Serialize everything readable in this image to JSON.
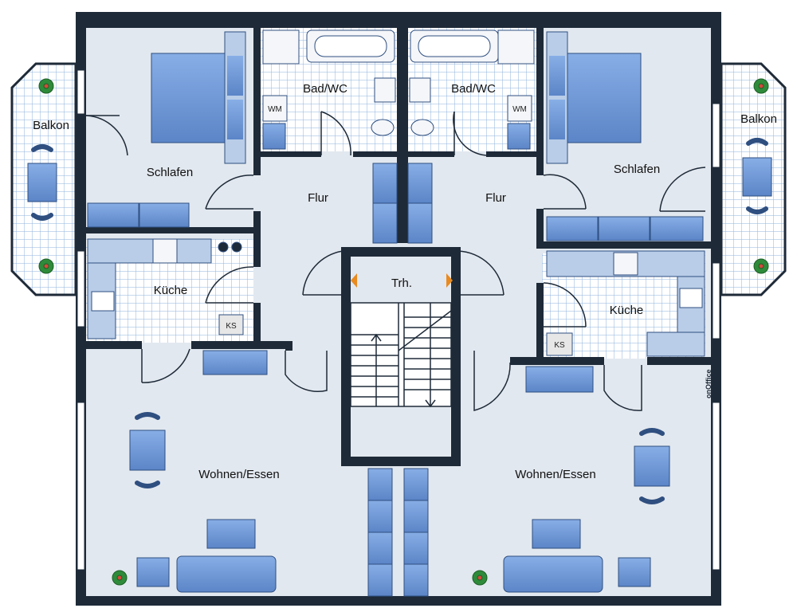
{
  "rooms": {
    "balkon_left": "Balkon",
    "balkon_right": "Balkon",
    "schlafen_left": "Schlafen",
    "schlafen_right": "Schlafen",
    "bad_left": "Bad/WC",
    "bad_right": "Bad/WC",
    "flur_left": "Flur",
    "flur_right": "Flur",
    "kueche_left": "Küche",
    "kueche_right": "Küche",
    "treppenhaus": "Trh.",
    "wohnen_left": "Wohnen/Essen",
    "wohnen_right": "Wohnen/Essen"
  },
  "fixtures": {
    "wm": "WM",
    "ks": "KS"
  },
  "brand": "onOffice",
  "colors": {
    "wall": "#1e2a38",
    "floor": "#e2e8ef",
    "furniture": "#6f97d4",
    "furniture_light": "#b9cde8",
    "tile_line": "#7aa4d6",
    "arrow": "#e98a1f"
  }
}
